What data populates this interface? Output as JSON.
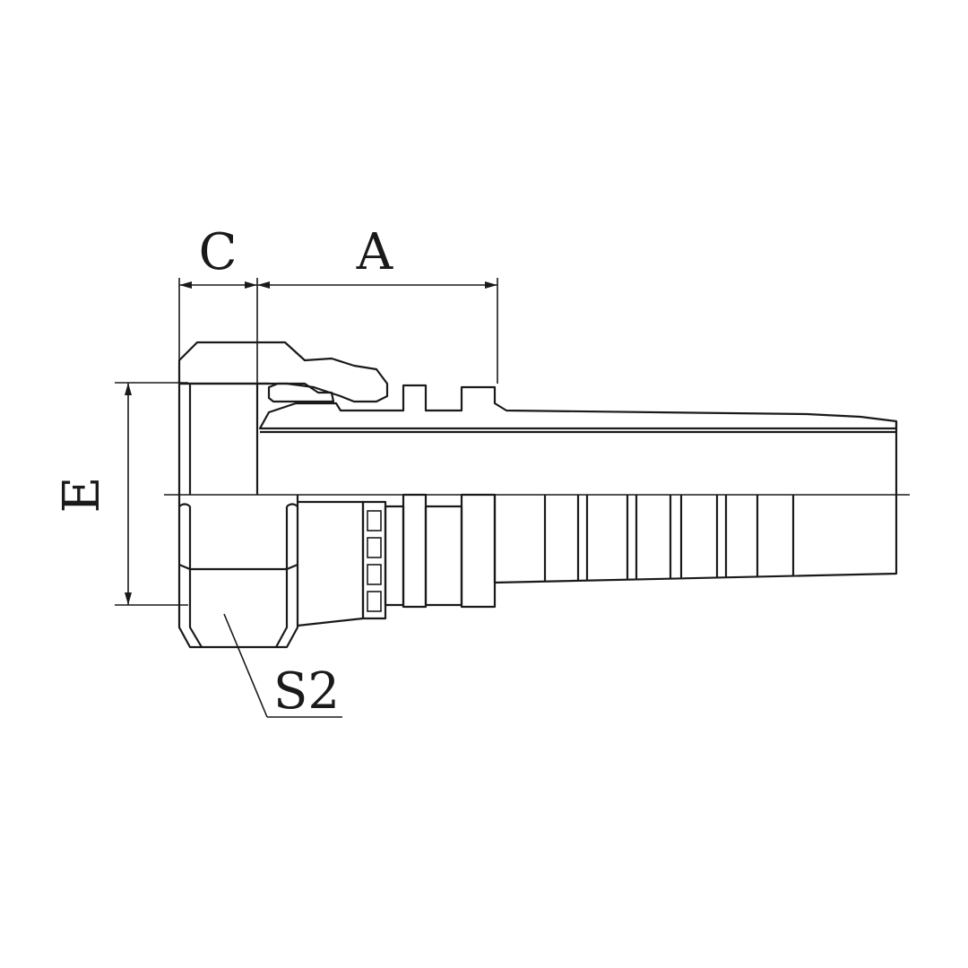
{
  "labels": {
    "c": "C",
    "a": "A",
    "e": "E",
    "s2": "S2"
  },
  "colors": {
    "ink": "#1a1a1a",
    "background": "#ffffff"
  }
}
